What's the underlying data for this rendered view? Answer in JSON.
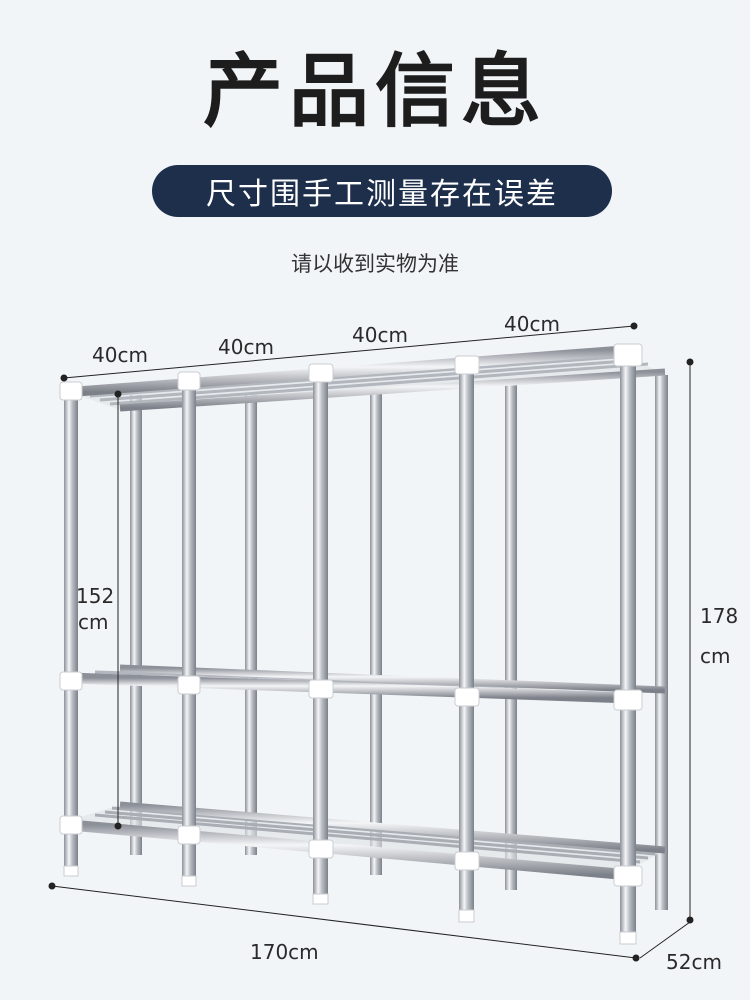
{
  "page": {
    "title": "产品信息",
    "subtitle": "尺寸围手工测量存在误差",
    "note": "请以收到实物为准"
  },
  "dimensions": {
    "section_width_1": "40cm",
    "section_width_2": "40cm",
    "section_width_3": "40cm",
    "section_width_4": "40cm",
    "inner_height_value": "152",
    "inner_height_unit": "cm",
    "total_height_value": "178",
    "total_height_unit": "cm",
    "total_width": "170cm",
    "depth": "52cm"
  },
  "colors": {
    "banner": "#1e2f4c",
    "background": "#f2f5f8",
    "chrome": "#c8ccd2",
    "connector": "#ffffff"
  }
}
